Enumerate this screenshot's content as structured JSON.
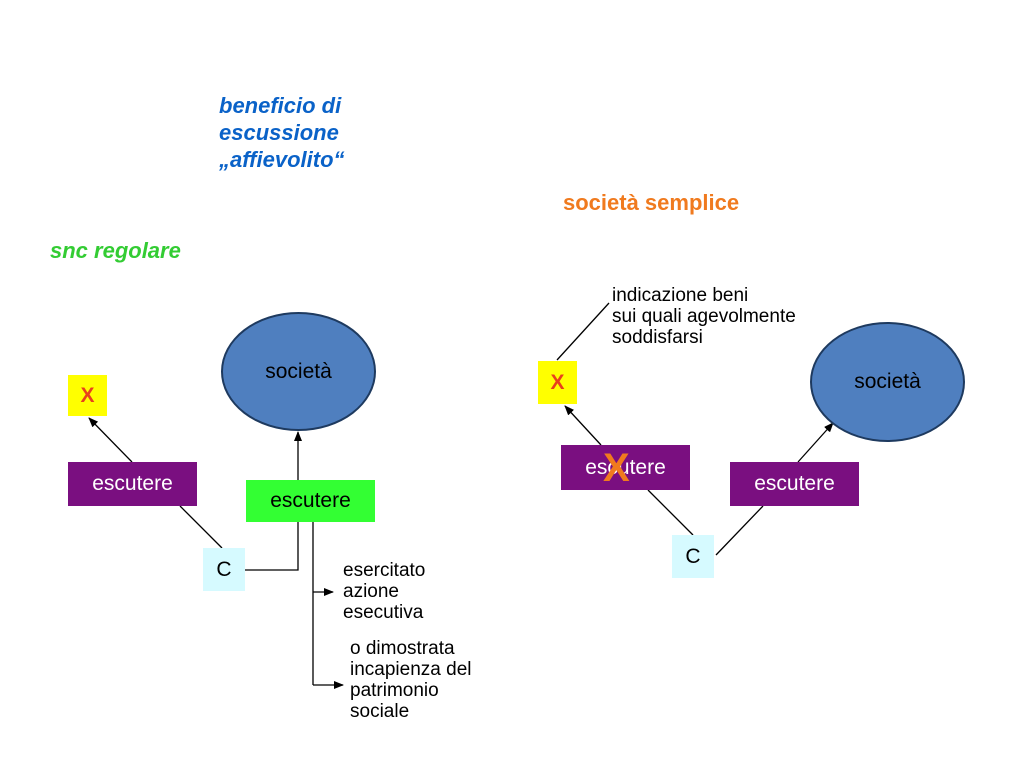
{
  "titles": {
    "beneficio": [
      "beneficio di",
      "escussione",
      "„affievolito“"
    ],
    "snc": "snc regolare",
    "societa_semplice": "società semplice"
  },
  "left": {
    "x_label": "X",
    "escutere_left": "escutere",
    "escutere_right": "escutere",
    "creditor": "C",
    "societa": "società",
    "cond1": [
      "esercitato",
      "azione",
      "esecutiva"
    ],
    "cond2": [
      "o dimostrata",
      "incapienza del",
      "patrimonio",
      "sociale"
    ]
  },
  "right": {
    "x_label": "X",
    "escutere_left": "escutere",
    "cross": "X",
    "escutere_right": "escutere",
    "creditor": "C",
    "societa": "società",
    "note": [
      "indicazione beni",
      "sui quali agevolmente",
      "soddisfarsi"
    ]
  },
  "colors": {
    "purple": "#7A0F80",
    "green": "#33FF33",
    "yellow": "#FFFF00",
    "cyan": "#D6FAFF",
    "ellipse": "#4F7FBF",
    "blue_title": "#0A62C8",
    "green_title": "#33CC33",
    "orange": "#F07A1E"
  }
}
